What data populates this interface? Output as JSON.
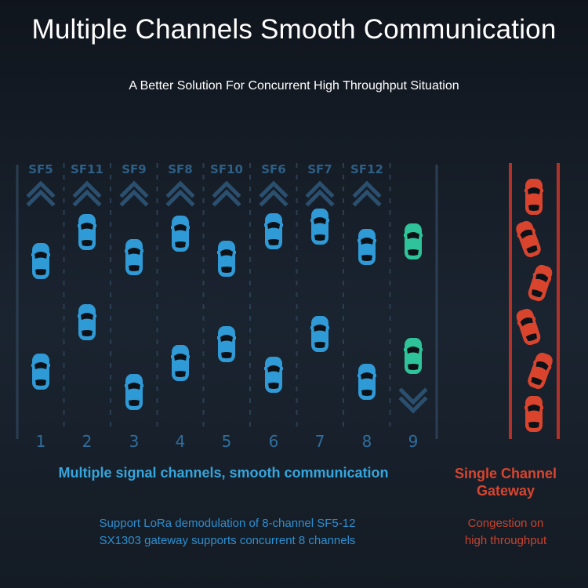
{
  "header": {
    "title": "Multiple Channels Smooth Communication",
    "subtitle": "A Better Solution For Concurrent High Throughput Situation"
  },
  "lanes": {
    "spreading_factors": [
      "SF5",
      "SF11",
      "SF9",
      "SF8",
      "SF10",
      "SF6",
      "SF7",
      "SF12"
    ],
    "numbers": [
      "1",
      "2",
      "3",
      "4",
      "5",
      "6",
      "7",
      "8",
      "9"
    ]
  },
  "captions": {
    "multi_channel": "Multiple signal channels, smooth communication",
    "single_channel_line1": "Single Channel",
    "single_channel_line2": "Gateway",
    "support_line1": "Support LoRa demodulation of 8-channel SF5-12",
    "support_line2": "SX1303 gateway supports concurrent 8 channels",
    "congestion_line1": "Congestion on",
    "congestion_line2": "high throughput"
  },
  "colors": {
    "lane_car": "#2f9ad6",
    "lane9_car": "#2fc39a",
    "single_channel_car": "#d9442e",
    "lane_line": "#2b3e52",
    "chevron": "#2b4f6e",
    "single_channel_border": "#b2322a"
  },
  "icons": {
    "lane_chevron": "double-chevron-up-icon",
    "lane9_chevron": "double-chevron-down-icon",
    "car": "car-icon"
  }
}
